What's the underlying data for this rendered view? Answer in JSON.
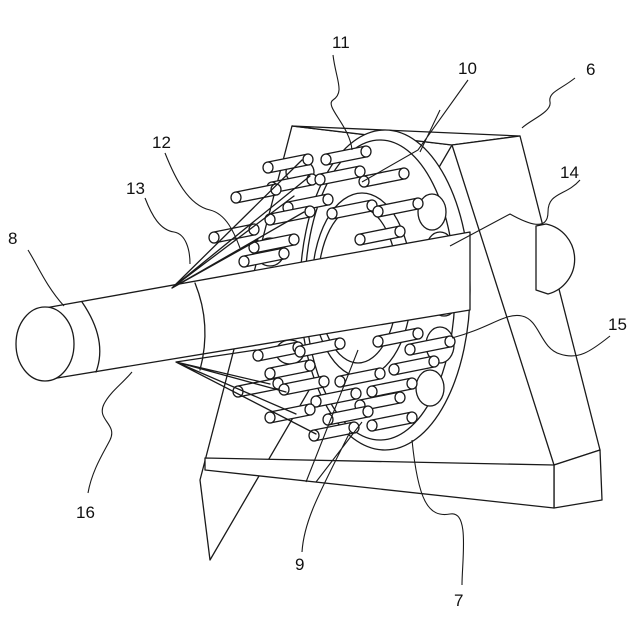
{
  "labels": {
    "l6": "6",
    "l7": "7",
    "l8": "8",
    "l9": "9",
    "l10": "10",
    "l11": "11",
    "l12": "12",
    "l13": "13",
    "l14": "14",
    "l15": "15",
    "l16": "16"
  }
}
